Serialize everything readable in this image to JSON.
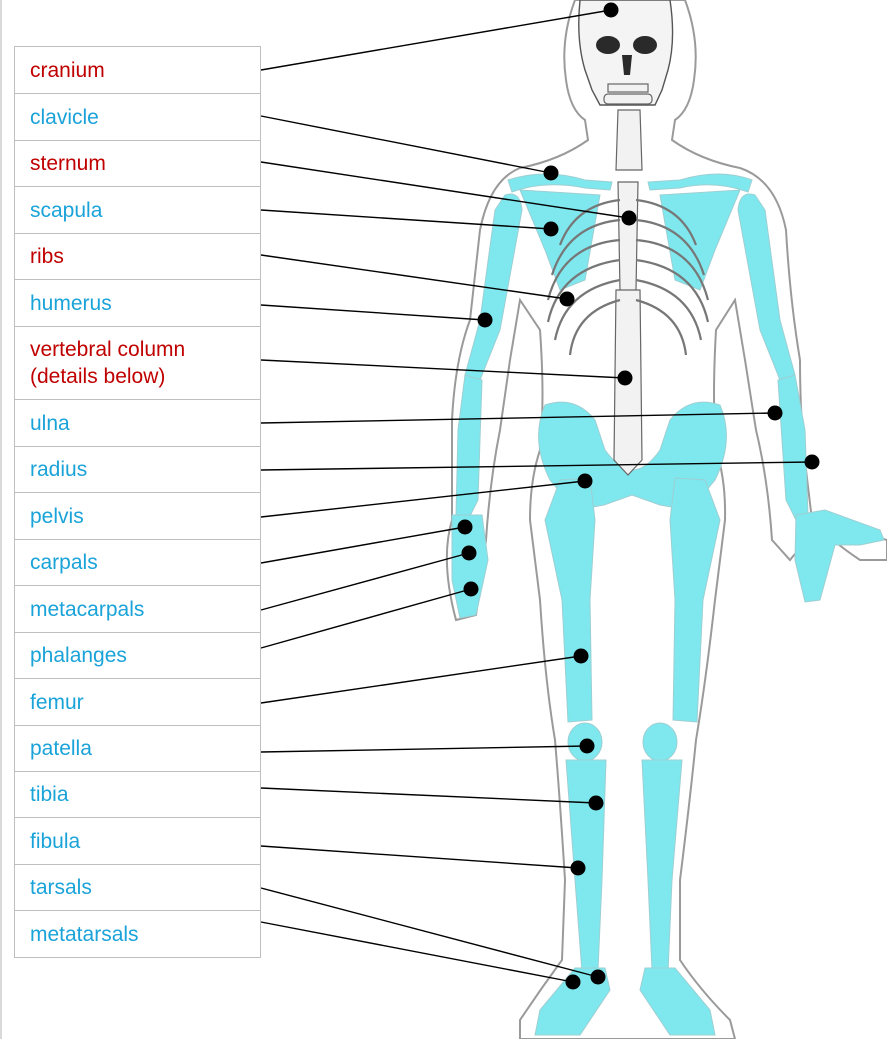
{
  "labels": [
    {
      "id": "cranium",
      "text": "cranium",
      "group": "axial"
    },
    {
      "id": "clavicle",
      "text": "clavicle",
      "group": "appendicular"
    },
    {
      "id": "sternum",
      "text": "sternum",
      "group": "axial"
    },
    {
      "id": "scapula",
      "text": "scapula",
      "group": "appendicular"
    },
    {
      "id": "ribs",
      "text": "ribs",
      "group": "axial"
    },
    {
      "id": "humerus",
      "text": "humerus",
      "group": "appendicular"
    },
    {
      "id": "vertebral-column",
      "text": "vertebral column\n(details below)",
      "group": "axial"
    },
    {
      "id": "ulna",
      "text": "ulna",
      "group": "appendicular"
    },
    {
      "id": "radius",
      "text": "radius",
      "group": "appendicular"
    },
    {
      "id": "pelvis",
      "text": "pelvis",
      "group": "appendicular"
    },
    {
      "id": "carpals",
      "text": "carpals",
      "group": "appendicular"
    },
    {
      "id": "metacarpals",
      "text": "metacarpals",
      "group": "appendicular"
    },
    {
      "id": "phalanges",
      "text": "phalanges",
      "group": "appendicular"
    },
    {
      "id": "femur",
      "text": "femur",
      "group": "appendicular"
    },
    {
      "id": "patella",
      "text": "patella",
      "group": "appendicular"
    },
    {
      "id": "tibia",
      "text": "tibia",
      "group": "appendicular"
    },
    {
      "id": "fibula",
      "text": "fibula",
      "group": "appendicular"
    },
    {
      "id": "tarsals",
      "text": "tarsals",
      "group": "appendicular"
    },
    {
      "id": "metatarsals",
      "text": "metatarsals",
      "group": "appendicular"
    }
  ],
  "colors": {
    "axial_label": "#c00000",
    "appendicular_label": "#1aa3d9",
    "appendicular_bone": "#7fe8ee",
    "leader_line": "#000000"
  }
}
